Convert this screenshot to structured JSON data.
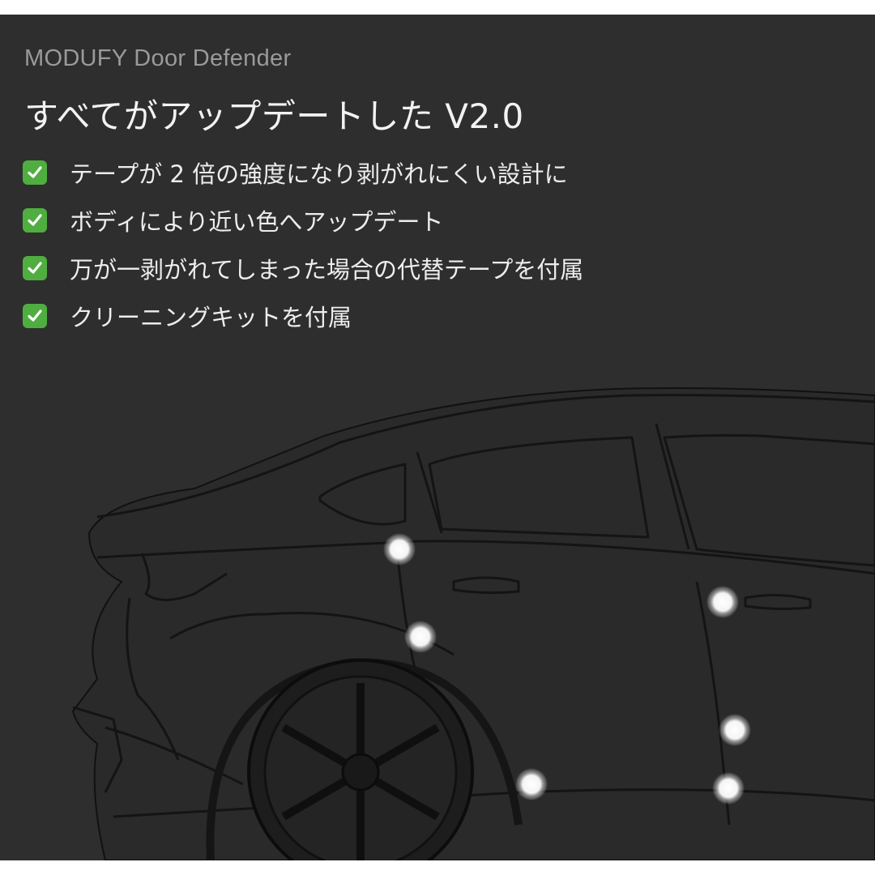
{
  "brand": "MODUFY Door Defender",
  "headline": "すべてがアップデートした V2.0",
  "features": [
    {
      "icon": "check-box-icon",
      "text": "テープが 2 倍の強度になり剥がれにくい設計に"
    },
    {
      "icon": "check-box-icon",
      "text": "ボディにより近い色へアップデート"
    },
    {
      "icon": "check-box-icon",
      "text": "万が一剥がれてしまった場合の代替テープを付属"
    },
    {
      "icon": "check-box-icon",
      "text": "クリーニングキットを付属"
    }
  ],
  "colors": {
    "background": "#2e2e2f",
    "check": "#4fae3f",
    "marker": "#ffffff",
    "outline": "#121212"
  }
}
